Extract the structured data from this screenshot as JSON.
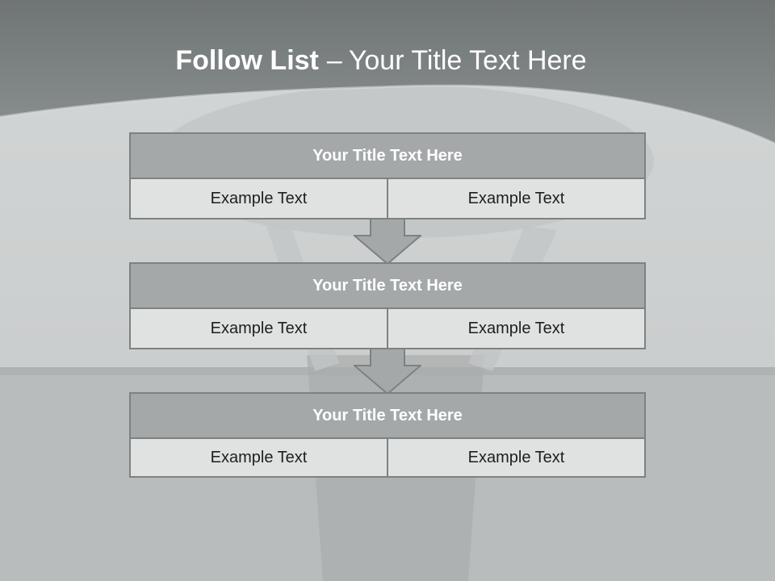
{
  "slide": {
    "title_bold": "Follow List",
    "title_sep": "–",
    "title_rest": "Your Title Text Here"
  },
  "steps": [
    {
      "title": "Your Title Text Here",
      "left": "Example Text",
      "right": "Example Text"
    },
    {
      "title": "Your Title Text Here",
      "left": "Example Text",
      "right": "Example Text"
    },
    {
      "title": "Your Title Text Here",
      "left": "Example Text",
      "right": "Example Text"
    }
  ],
  "colors": {
    "header_band": "#777c7c",
    "box_header": "#a4a8a8",
    "box_cell": "#e0e2e2",
    "border": "#7c8282",
    "arrow_fill": "#a4a8a8"
  }
}
